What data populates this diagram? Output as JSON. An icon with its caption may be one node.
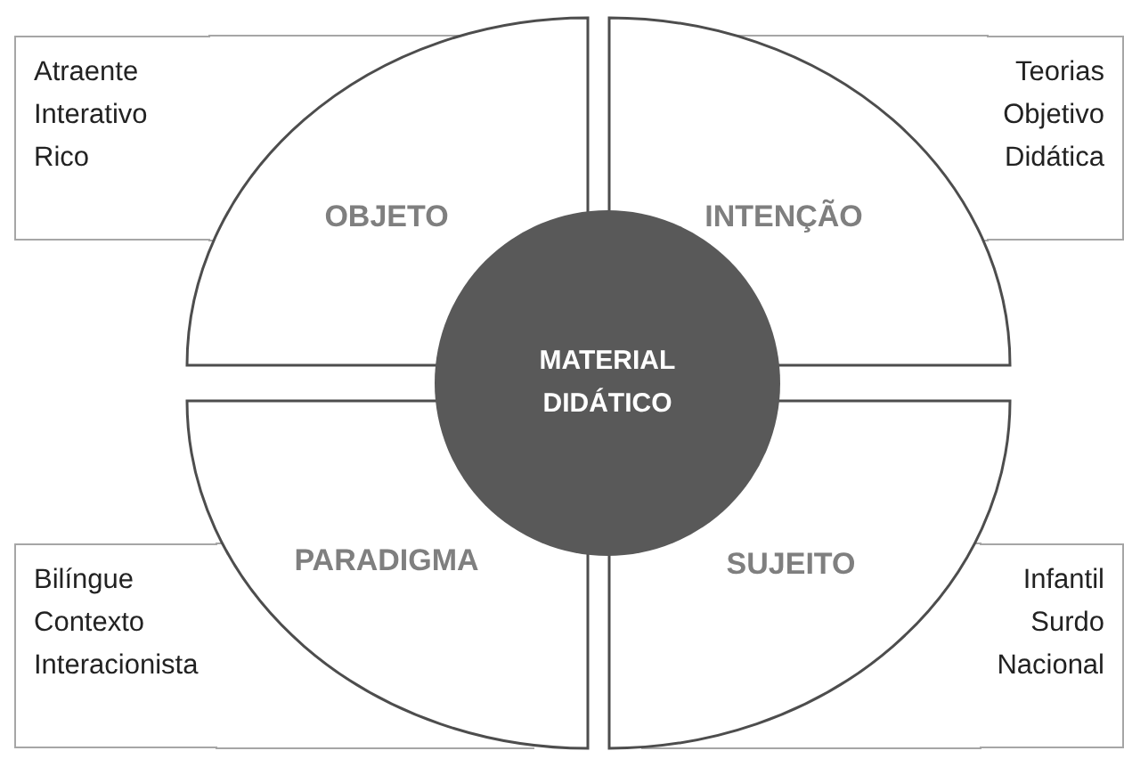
{
  "diagram": {
    "nodes": [
      {
        "text": [
          "MATERIAL DIDÁTICO"
        ]
      },
      {
        "text": [
          "OBJETO"
        ]
      },
      {
        "text": [
          "INTENÇÃO"
        ]
      },
      {
        "text": [
          "PARADIGMA"
        ]
      },
      {
        "text": [
          "SUJEITO"
        ]
      },
      {
        "text": [
          "Atraente",
          "Interativo",
          "Rico"
        ]
      },
      {
        "text": [
          "Teorias",
          "Objetivo",
          "Didática"
        ]
      },
      {
        "text": [
          "Bilíngue",
          "Contexto",
          "Interacionista"
        ]
      },
      {
        "text": [
          "Infantil",
          "Surdo",
          "Nacional"
        ]
      }
    ],
    "edges": []
  }
}
